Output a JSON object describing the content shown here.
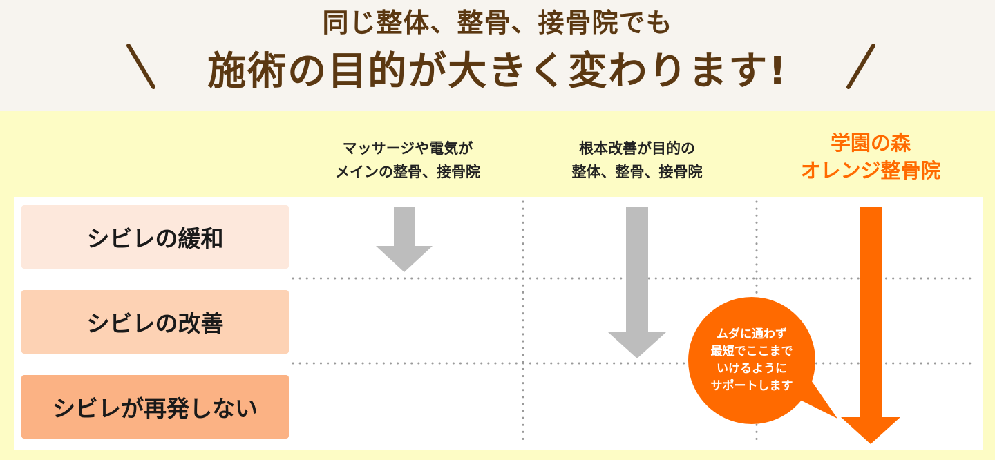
{
  "headline": {
    "line1": "同じ整体、整骨、接骨院でも",
    "line2": "施術の目的が大きく変わります!"
  },
  "columns": [
    {
      "lines": [
        "マッサージや電気が",
        "メインの整骨、接骨院"
      ]
    },
    {
      "lines": [
        "根本改善が目的の",
        "整体、整骨、接骨院"
      ]
    },
    {
      "lines": [
        "学園の森",
        "オレンジ整骨院"
      ]
    }
  ],
  "rows": [
    {
      "label": "シビレの緩和",
      "color": "#fde8dc"
    },
    {
      "label": "シビレの改善",
      "color": "#fdd2b4"
    },
    {
      "label": "シビレが再発しない",
      "color": "#fbb284"
    }
  ],
  "arrows": [
    {
      "column": 1,
      "reaches_row": 1,
      "color": "#bdbdbd"
    },
    {
      "column": 2,
      "reaches_row": 2,
      "color": "#bdbdbd"
    },
    {
      "column": 3,
      "reaches_row": 3,
      "color": "#ff6a00"
    }
  ],
  "bubble": {
    "lines": [
      "ムダに通わず",
      "最短でここまで",
      "いけるように",
      "サポートします"
    ],
    "color": "#ff6a00"
  },
  "colors": {
    "heading_brown": "#5b3812",
    "panel_yellow": "#fdfcc5",
    "accent_orange": "#ff6a00",
    "arrow_gray": "#bdbdbd"
  }
}
